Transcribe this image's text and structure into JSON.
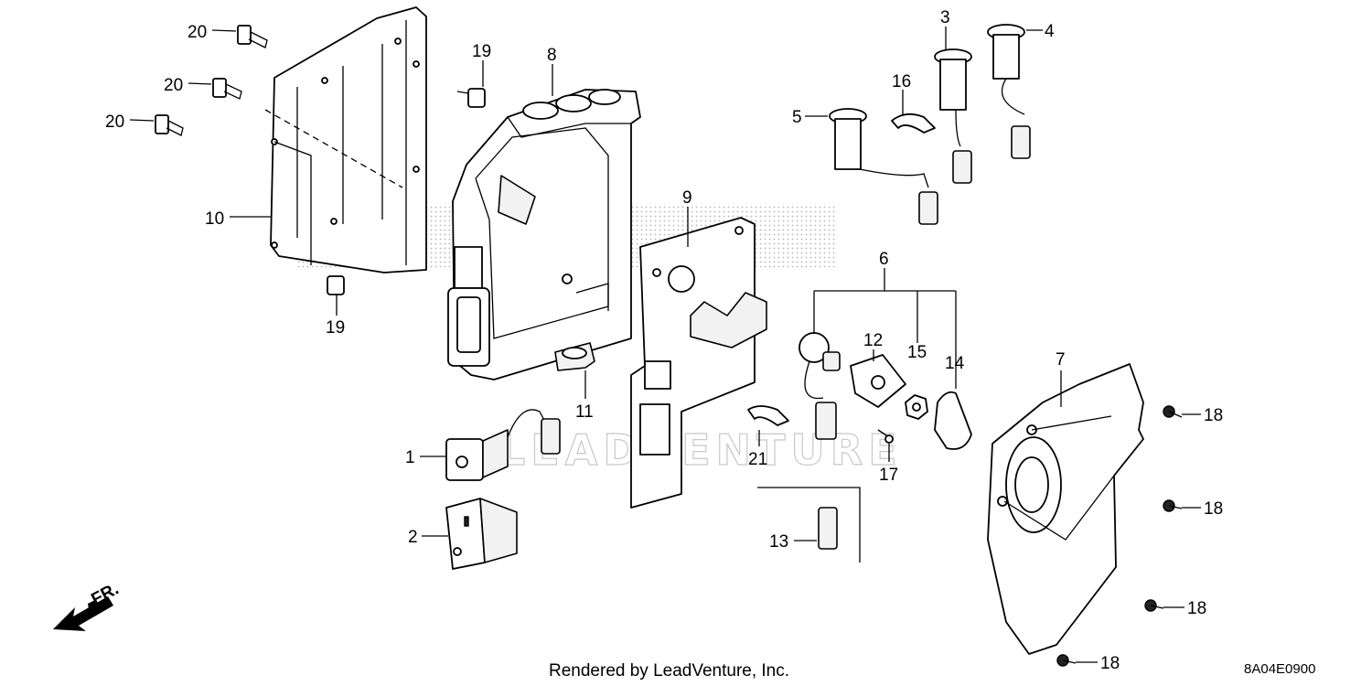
{
  "footer": {
    "credit": "Rendered by LeadVenture, Inc.",
    "code": "8A04E0900"
  },
  "direction": "FR.",
  "watermark": "LEADVENTURE",
  "callouts": {
    "c1": "1",
    "c2": "2",
    "c3": "3",
    "c4": "4",
    "c5": "5",
    "c6": "6",
    "c7": "7",
    "c8": "8",
    "c9": "9",
    "c10": "10",
    "c11": "11",
    "c12": "12",
    "c13": "13",
    "c14": "14",
    "c15": "15",
    "c16": "16",
    "c17": "17",
    "c18a": "18",
    "c18b": "18",
    "c18c": "18",
    "c18d": "18",
    "c19a": "19",
    "c19b": "19",
    "c20a": "20",
    "c20b": "20",
    "c20c": "20",
    "c21": "21"
  }
}
